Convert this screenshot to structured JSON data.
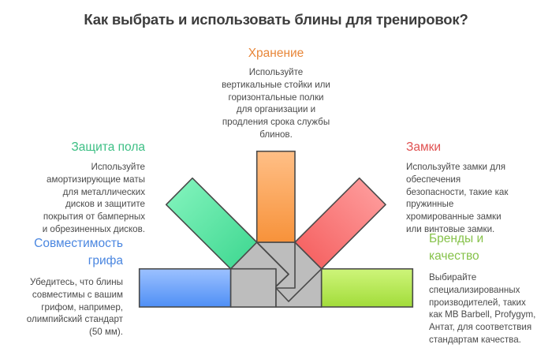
{
  "title": "Как выбрать и использовать блины для тренировок?",
  "colors": {
    "storage": "#e8873a",
    "floor": "#3cbf84",
    "locks": "#e05252",
    "bar": "#4a86e0",
    "brands": "#86c24a",
    "hub": "#bdbdbd",
    "outline": "#4a4a4a"
  },
  "sections": {
    "storage": {
      "heading": "Хранение",
      "lines": [
        "Используйте",
        "вертикальные стойки или",
        "горизонтальные полки",
        "для организации и",
        "продления срока службы",
        "блинов."
      ]
    },
    "floor": {
      "heading": "Защита пола",
      "lines": [
        "Используйте",
        "амортизирующие маты",
        "для металлических",
        "дисков и защитите",
        "покрытия от бамперных",
        "и обрезиненных дисков."
      ]
    },
    "bar": {
      "heading_lines": [
        "Совместимость",
        "грифа"
      ],
      "lines": [
        "Убедитесь, что блины",
        "совместимы с вашим",
        "грифом, например,",
        "олимпийский стандарт",
        "(50 мм)."
      ]
    },
    "locks": {
      "heading": "Замки",
      "lines": [
        "Используйте замки для",
        "обеспечения",
        "безопасности, такие как",
        "пружинные",
        "хромированные замки",
        "или винтовые замки."
      ]
    },
    "brands": {
      "heading_lines": [
        "Бренды и",
        "качество"
      ],
      "lines": [
        "Выбирайте",
        "специализированных",
        "производителей, таких",
        "как MB Barbell, Profygym,",
        "Антат, для соответствия",
        "стандартам качества."
      ]
    }
  }
}
